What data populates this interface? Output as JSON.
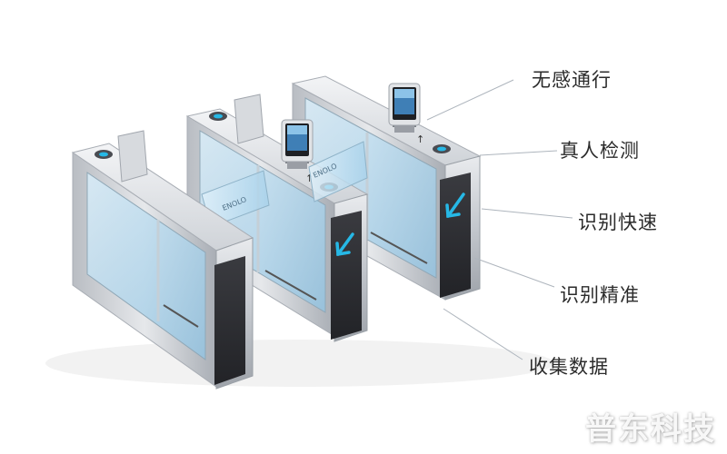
{
  "features": [
    {
      "label": "无感通行"
    },
    {
      "label": "真人检测"
    },
    {
      "label": "识别快速"
    },
    {
      "label": "识别精准"
    },
    {
      "label": "收集数据"
    }
  ],
  "gate_mark": "ENOLO",
  "watermark": "普东科技",
  "colors": {
    "steel": "#c9ccd2",
    "glass": "#b6d8ec",
    "panel": "#2e2f33",
    "arrow": "#26b8e6",
    "leader_line": "#aeb5bd"
  }
}
